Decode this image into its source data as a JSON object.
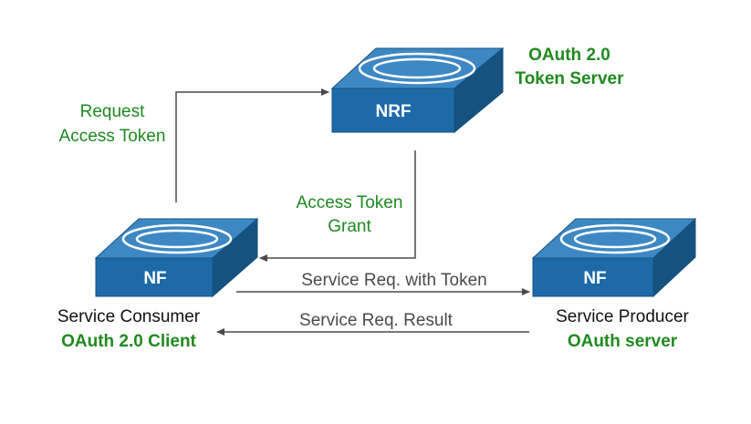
{
  "colors": {
    "device_top": "#3d88c4",
    "device_front": "#1e6aa8",
    "device_side": "#15527f",
    "device_ring": "#ffffff",
    "arrow": "#4a4a4a",
    "green_text": "#1f8a1f",
    "black_text": "#111111",
    "grey_text": "#4a4a4a"
  },
  "nodes": {
    "nrf": {
      "label": "NRF",
      "title_line1": "OAuth 2.0",
      "title_line2": "Token Server"
    },
    "consumer": {
      "label": "NF",
      "role": "Service Consumer",
      "oauth_role": "OAuth 2.0 Client"
    },
    "producer": {
      "label": "NF",
      "role": "Service Producer",
      "oauth_role": "OAuth server"
    }
  },
  "arrows": {
    "request_token": {
      "line1": "Request",
      "line2": "Access Token"
    },
    "token_grant": {
      "line1": "Access Token",
      "line2": "Grant"
    },
    "service_request": {
      "label": "Service Req. with Token"
    },
    "service_result": {
      "label": "Service Req. Result"
    }
  }
}
